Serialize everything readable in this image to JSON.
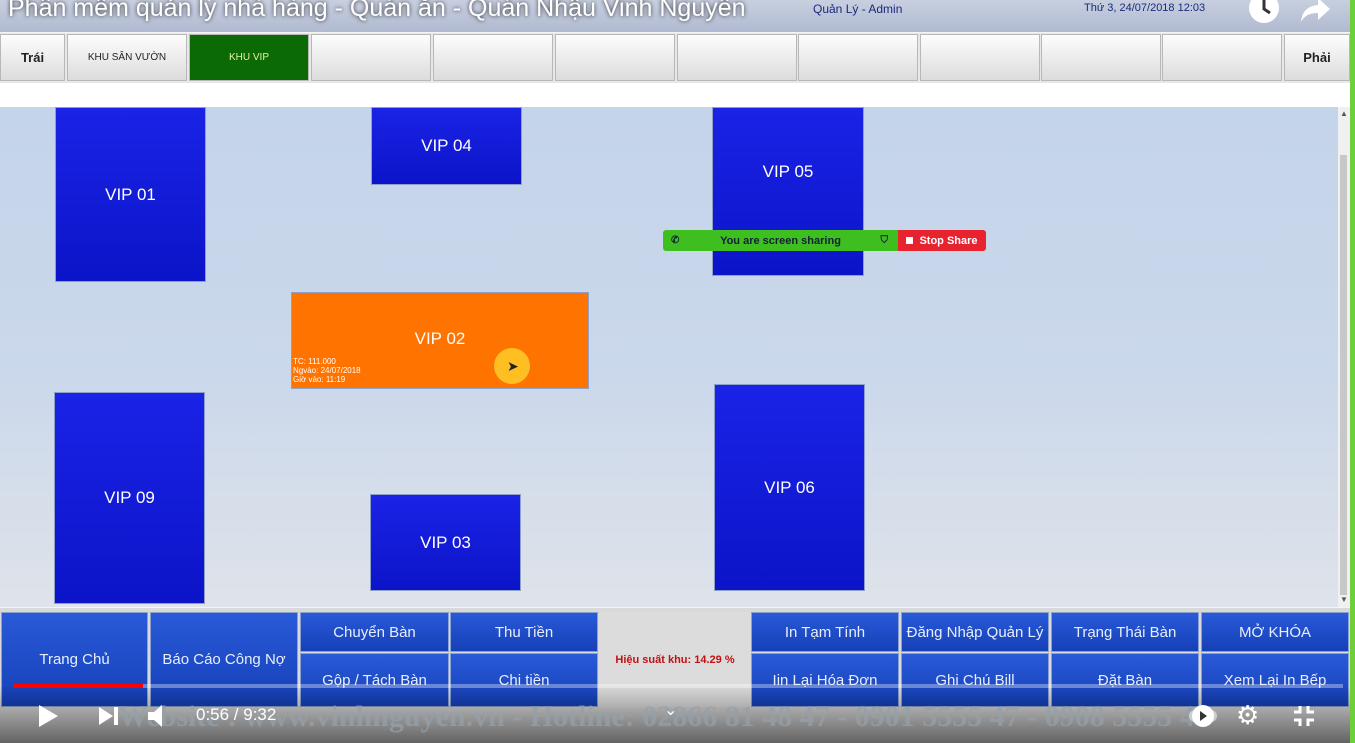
{
  "video": {
    "title": "Phần mềm quản lý nhà hàng - Quán ăn - Quán Nhậu Vinh Nguyễn",
    "time": "0:56 / 9:32",
    "progress": 0.098,
    "watermark": "Website : www.vinhnguyen.vn - Hotline: 02866 81 48 47 - 0901 5555 47 - 0908 5555 47"
  },
  "titlebar": {
    "user": "Quản Lý - Admin",
    "datetime": "Thứ 3, 24/07/2018  12:03"
  },
  "tabs": {
    "left": "Trái",
    "right": "Phải",
    "areas": [
      "KHU SÂN VƯỜN",
      "KHU VIP"
    ]
  },
  "tables": [
    {
      "name": "VIP  01"
    },
    {
      "name": "VIP  04"
    },
    {
      "name": "VIP  05"
    },
    {
      "name": "VIP  02",
      "tc": "TC: 111.000",
      "ngayvao": "Ngvào: 24/07/2018",
      "giovao": "Giờ vào: 11:19"
    },
    {
      "name": "VIP  09"
    },
    {
      "name": "VIP  03"
    },
    {
      "name": "VIP  06"
    }
  ],
  "share": {
    "message": "You are screen sharing",
    "stop": "Stop Share"
  },
  "buttons": {
    "trang_chu": "Trang Chủ",
    "bao_cao": "Báo Cáo Công Nợ",
    "chuyen_ban": "Chuyển Bàn",
    "gop_tach": "Gộp / Tách Bàn",
    "thu_tien": "Thu Tiền",
    "chi_tien": "Chi tiền",
    "hieu_suat": "Hiệu suất khu: 14.29 %",
    "in_tam_tinh": "In Tạm Tính",
    "in_lai": "Iin Lại Hóa Đơn",
    "dang_nhap": "Đăng Nhập Quản Lý",
    "ghi_chu": "Ghi Chú Bill",
    "trang_thai": "Trạng Thái Bàn",
    "dat_ban": "Đặt Bàn",
    "mo_khoa": "MỞ KHÓA",
    "xem_lai": "Xem Lại In Bếp"
  },
  "colors": {
    "table_free": "#1a23e6",
    "table_busy": "#ff7300",
    "active_tab": "#0b6a06",
    "button": "#1a4cc8",
    "share_green": "#3fbf1f",
    "share_red": "#e6232f"
  }
}
